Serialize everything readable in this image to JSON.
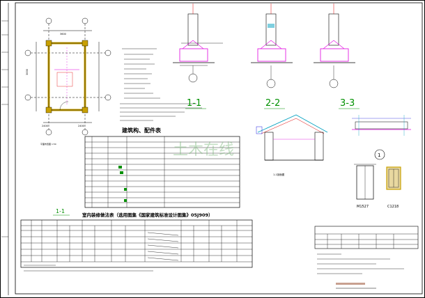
{
  "sections": {
    "section_1": "1-1",
    "section_2": "2-2",
    "section_3": "3-3",
    "section_1_bottom": "1-1"
  },
  "tables": {
    "components_title": "建筑构、配件表",
    "finish_title": "室内装修做法表（选用图集《国家建筑标准设计图集》05J909）"
  },
  "details": {
    "door_label": "M1527",
    "window_label": "C1218"
  },
  "watermark": "土木在线",
  "colors": {
    "paper": "#ffffff",
    "line": "#000000",
    "wall_hatch": "#c8a000",
    "magenta": "#e000e0",
    "red": "#e00000",
    "blue": "#2020e0",
    "cyan": "#00a0c0",
    "green": "#009000",
    "watermark": "#7cb87c"
  }
}
